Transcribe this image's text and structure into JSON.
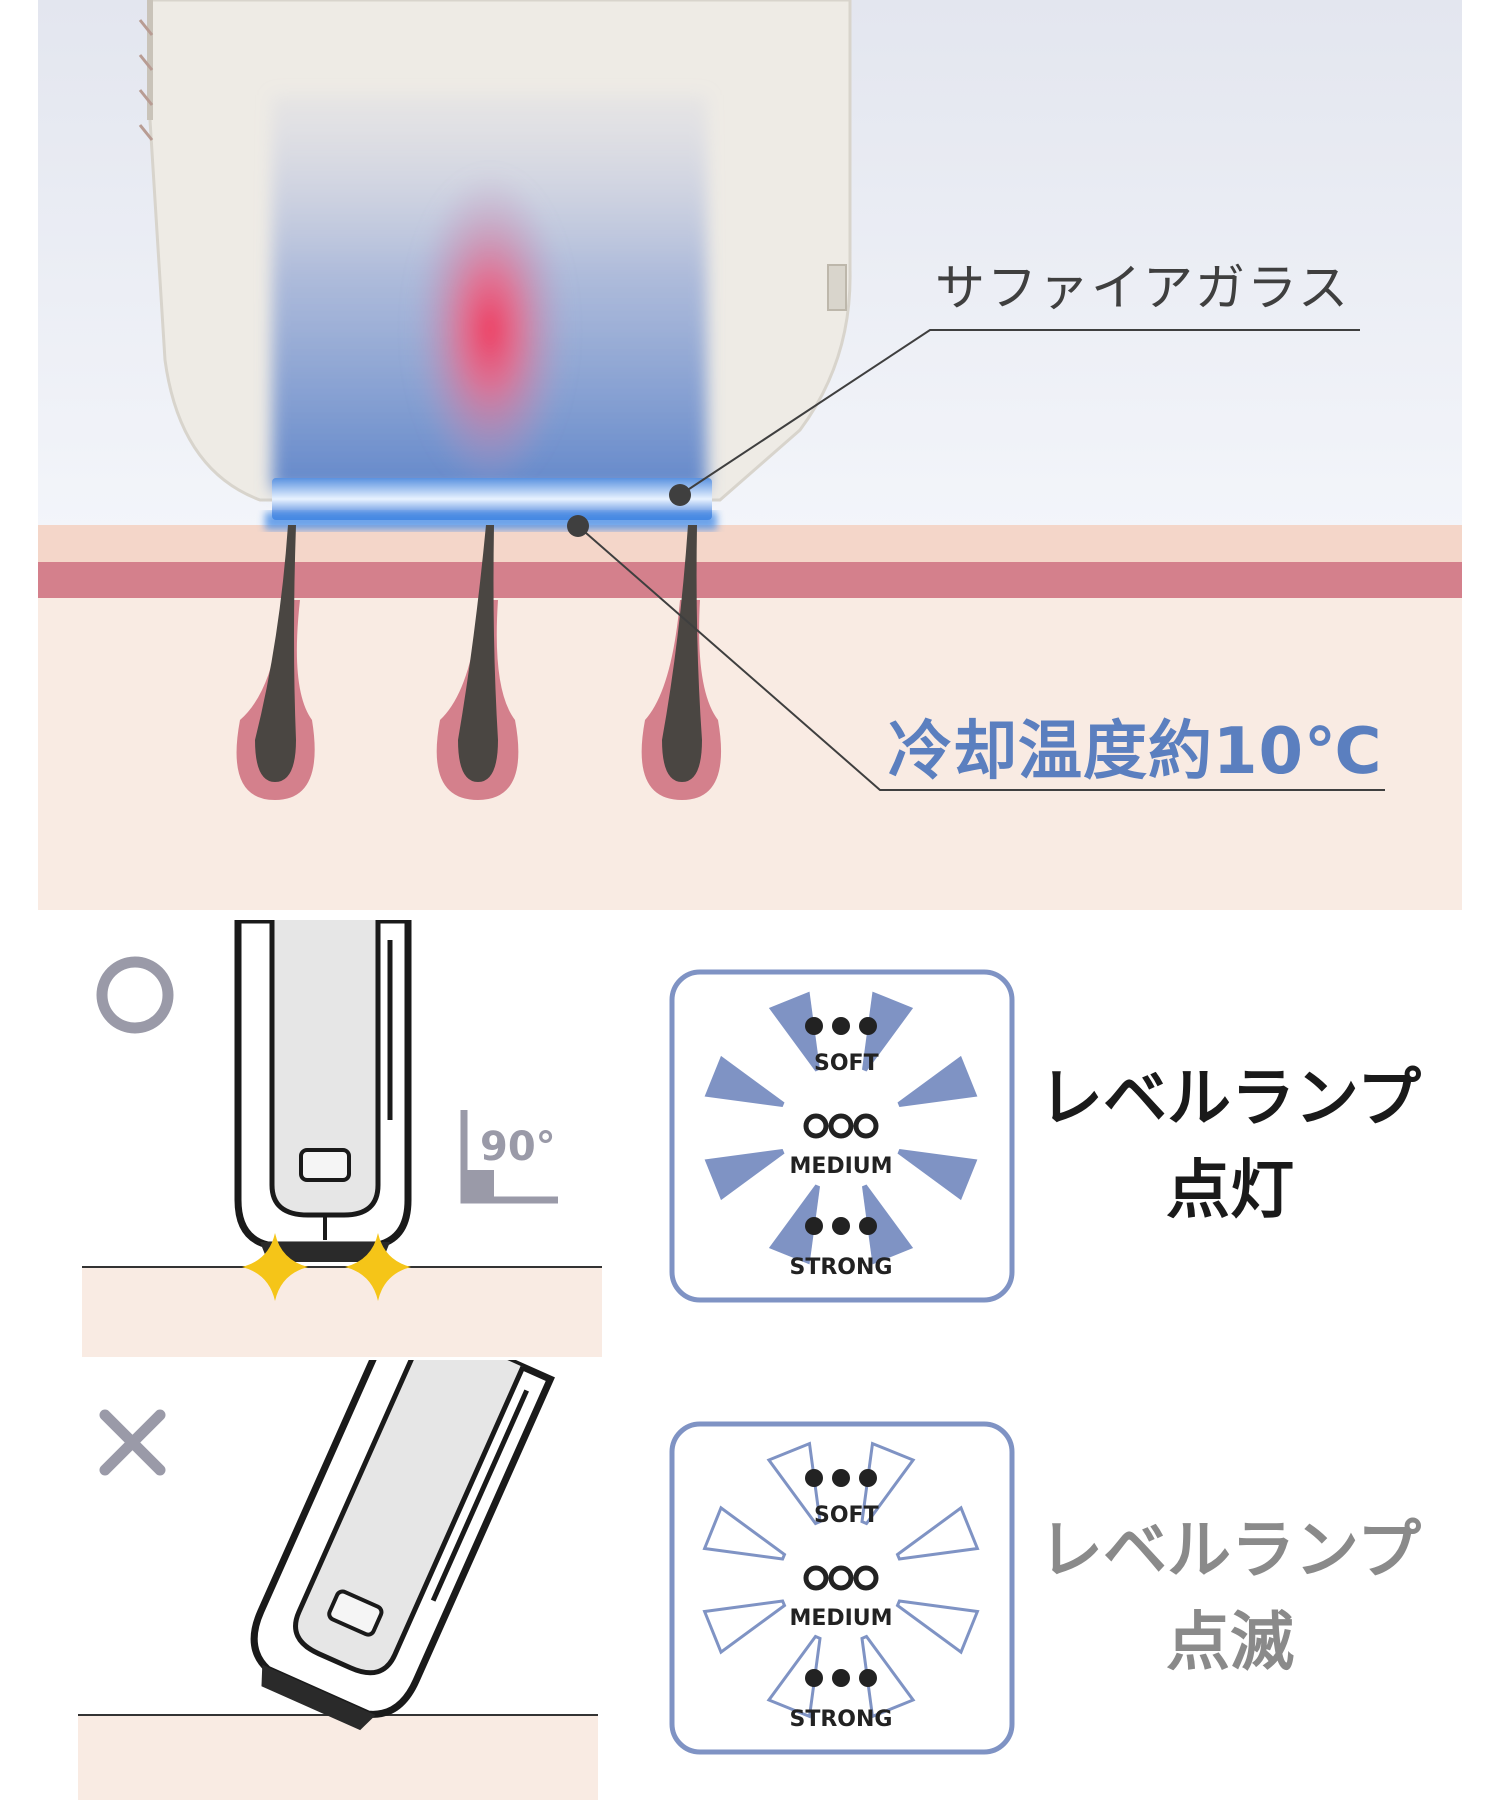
{
  "callouts": {
    "sapphire_glass": "サファイアガラス",
    "cooling_temp": "冷却温度約10℃"
  },
  "correct_usage": {
    "mark": "○",
    "angle": "90°",
    "status": "レベルランプ点灯",
    "status_lines": [
      "レベルランプ",
      "点灯"
    ]
  },
  "incorrect_usage": {
    "mark": "×",
    "status": "レベルランプ点滅",
    "status_lines": [
      "レベルランプ",
      "点滅"
    ]
  },
  "level_lamp": {
    "levels": [
      "SOFT",
      "MEDIUM",
      "STRONG"
    ],
    "levels_as_shown": [
      "SOFT",
      "MEDIUM",
      "STRONG"
    ]
  },
  "colors": {
    "accent_blue": "#5b7fbf",
    "skin_band": "#d4808c",
    "skin": "#f9ebe3",
    "sparkle": "#f5c518",
    "lamp_ray": "#7f93c4"
  }
}
